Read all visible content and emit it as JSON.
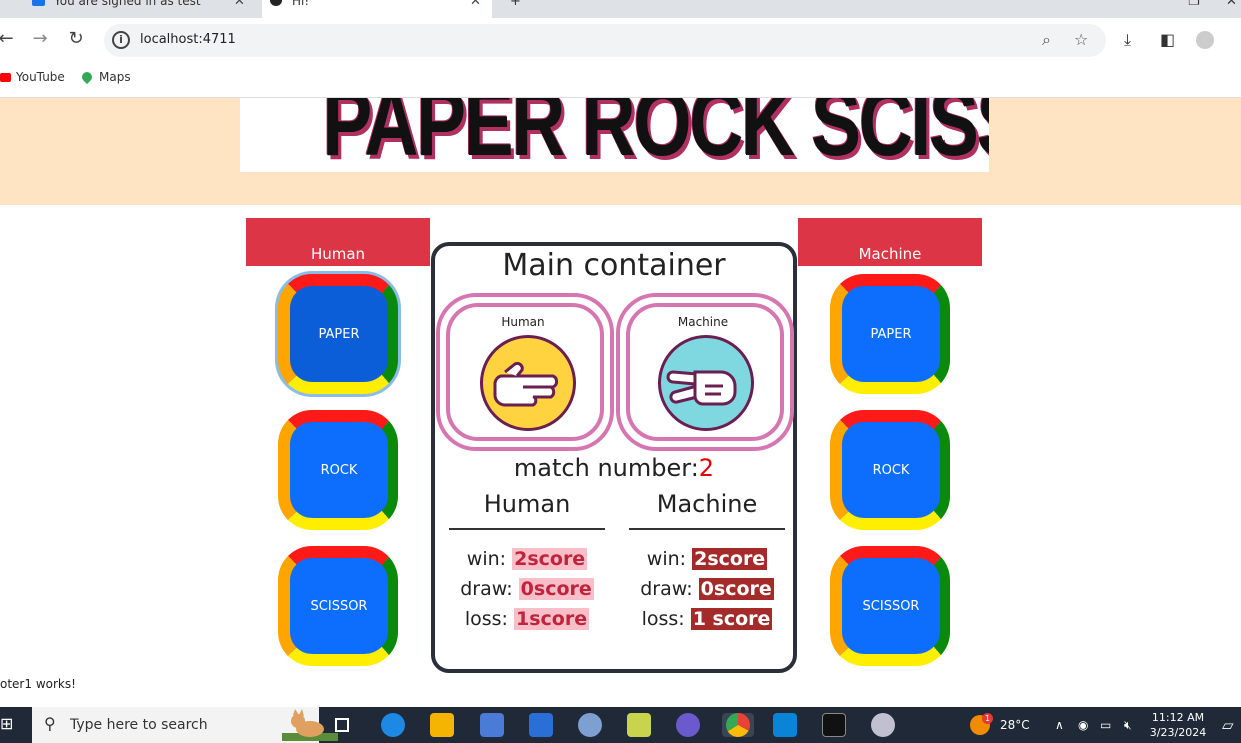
{
  "browser": {
    "tabs": [
      {
        "title": "You are signed in as test"
      },
      {
        "title": "Hi!"
      }
    ],
    "url": "localhost:4711",
    "bookmarks": [
      "YouTube",
      "Maps"
    ]
  },
  "page": {
    "banner_title": "PAPER ROCK SCISSOR",
    "left_label": "Human",
    "right_label": "Machine",
    "left_choices": [
      "PAPER",
      "ROCK",
      "SCISSOR"
    ],
    "right_choices": [
      "PAPER",
      "ROCK",
      "SCISSOR"
    ],
    "selected_left_choice": "PAPER",
    "main": {
      "title": "Main container",
      "human_card_label": "Human",
      "machine_card_label": "Machine",
      "match_label": "match number:",
      "match_number": "2",
      "human_heading": "Human",
      "machine_heading": "Machine",
      "human_scores": {
        "win_label": "win:",
        "win": "2score",
        "draw_label": "draw:",
        "draw": "0score",
        "loss_label": "loss:",
        "loss": "1score"
      },
      "machine_scores": {
        "win_label": "win:",
        "win": "2score",
        "draw_label": "draw:",
        "draw": "0score",
        "loss_label": "loss:",
        "loss": "1 score"
      }
    },
    "footer_note": "oter1 works!"
  },
  "taskbar": {
    "search_placeholder": "Type here to search",
    "weather": "28°C",
    "time": "11:12 AM",
    "date": "3/23/2024",
    "weather_badge": "1"
  },
  "colors": {
    "header_band": "#ffe4c4",
    "label_red": "#dc3545",
    "choice_blue": "#0d6efd",
    "card_border": "#d676b0",
    "match_number": "#e60000",
    "human_badge": "#f8bfc9",
    "machine_badge": "#a52a2a"
  }
}
